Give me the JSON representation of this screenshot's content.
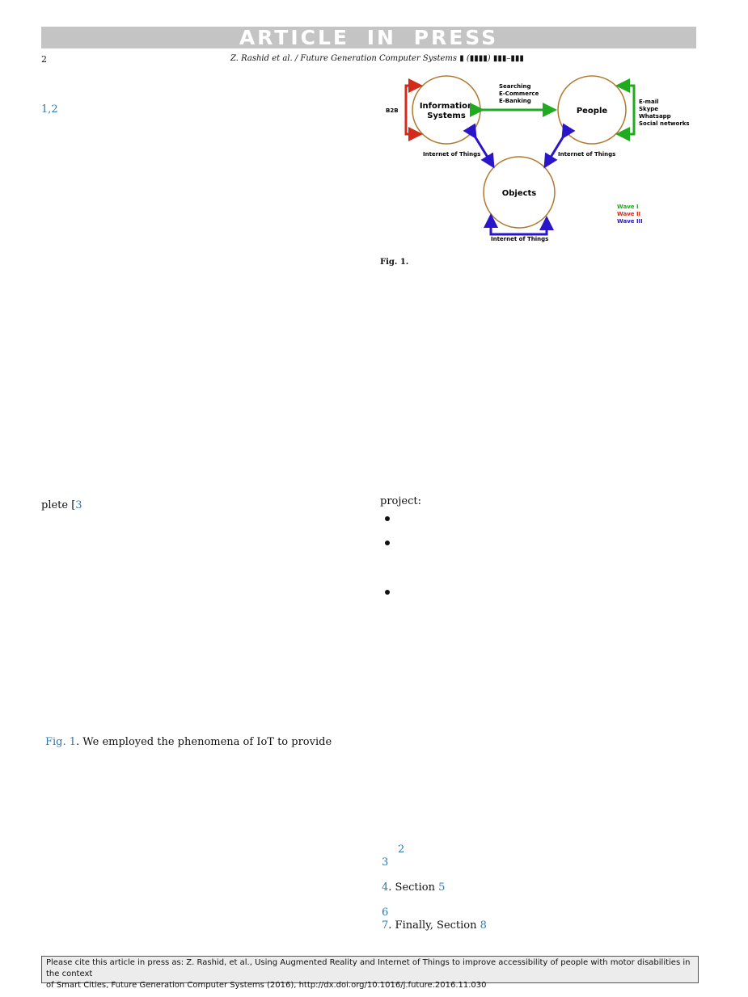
{
  "header": {
    "banner": "ARTICLE IN PRESS",
    "page_number": "2",
    "running_head": "Z. Rashid et al. / Future Generation Computer Systems ▮ (▮▮▮▮) ▮▮▮–▮▮▮"
  },
  "left_column": {
    "ref_affil": "1,2",
    "ref_plete_prefix": "plete [",
    "ref_plete_num": "3",
    "fig_ref_link": "Fig. 1",
    "fig_ref_text": ". We employed the phenomena of IoT to provide"
  },
  "right_column": {
    "project_label": "project:",
    "sec_2": "2",
    "sec_3": "3",
    "sec_4": "4",
    "section_word": ". Section ",
    "sec_5": "5",
    "sec_6": "6",
    "sec_7": "7",
    "finally_text": ". Finally, Section ",
    "sec_8": "8"
  },
  "figure": {
    "caption": "Fig. 1.",
    "nodes": {
      "info_line1": "Information",
      "info_line2": "Systems",
      "people": "People",
      "objects": "Objects"
    },
    "labels": {
      "b2b": "B2B",
      "searching": "Searching",
      "ecommerce": "E-Commerce",
      "ebanking": "E-Banking",
      "email": "E-mail",
      "skype": "Skype",
      "whatsapp": "Whatsapp",
      "social": "Social networks",
      "iot_left": "Internet of Things",
      "iot_right": "Internet of Things",
      "iot_bottom": "Internet of Things"
    },
    "legend": [
      {
        "label": "Wave I",
        "color": "#1faa1f"
      },
      {
        "label": "Wave II",
        "color": "#d42a1a"
      },
      {
        "label": "Wave III",
        "color": "#2a16c8"
      }
    ],
    "colors": {
      "circle": "#b07a2e",
      "green": "#1faa1f",
      "red": "#d42a1a",
      "blue": "#2a16c8"
    }
  },
  "footer": {
    "cite_line1": "Please cite this article in press as: Z. Rashid, et al., Using Augmented Reality and Internet of Things to improve accessibility of people with motor disabilities in the context",
    "cite_line2": "of Smart Cities, Future Generation Computer Systems (2016), http://dx.doi.org/10.1016/j.future.2016.11.030"
  }
}
